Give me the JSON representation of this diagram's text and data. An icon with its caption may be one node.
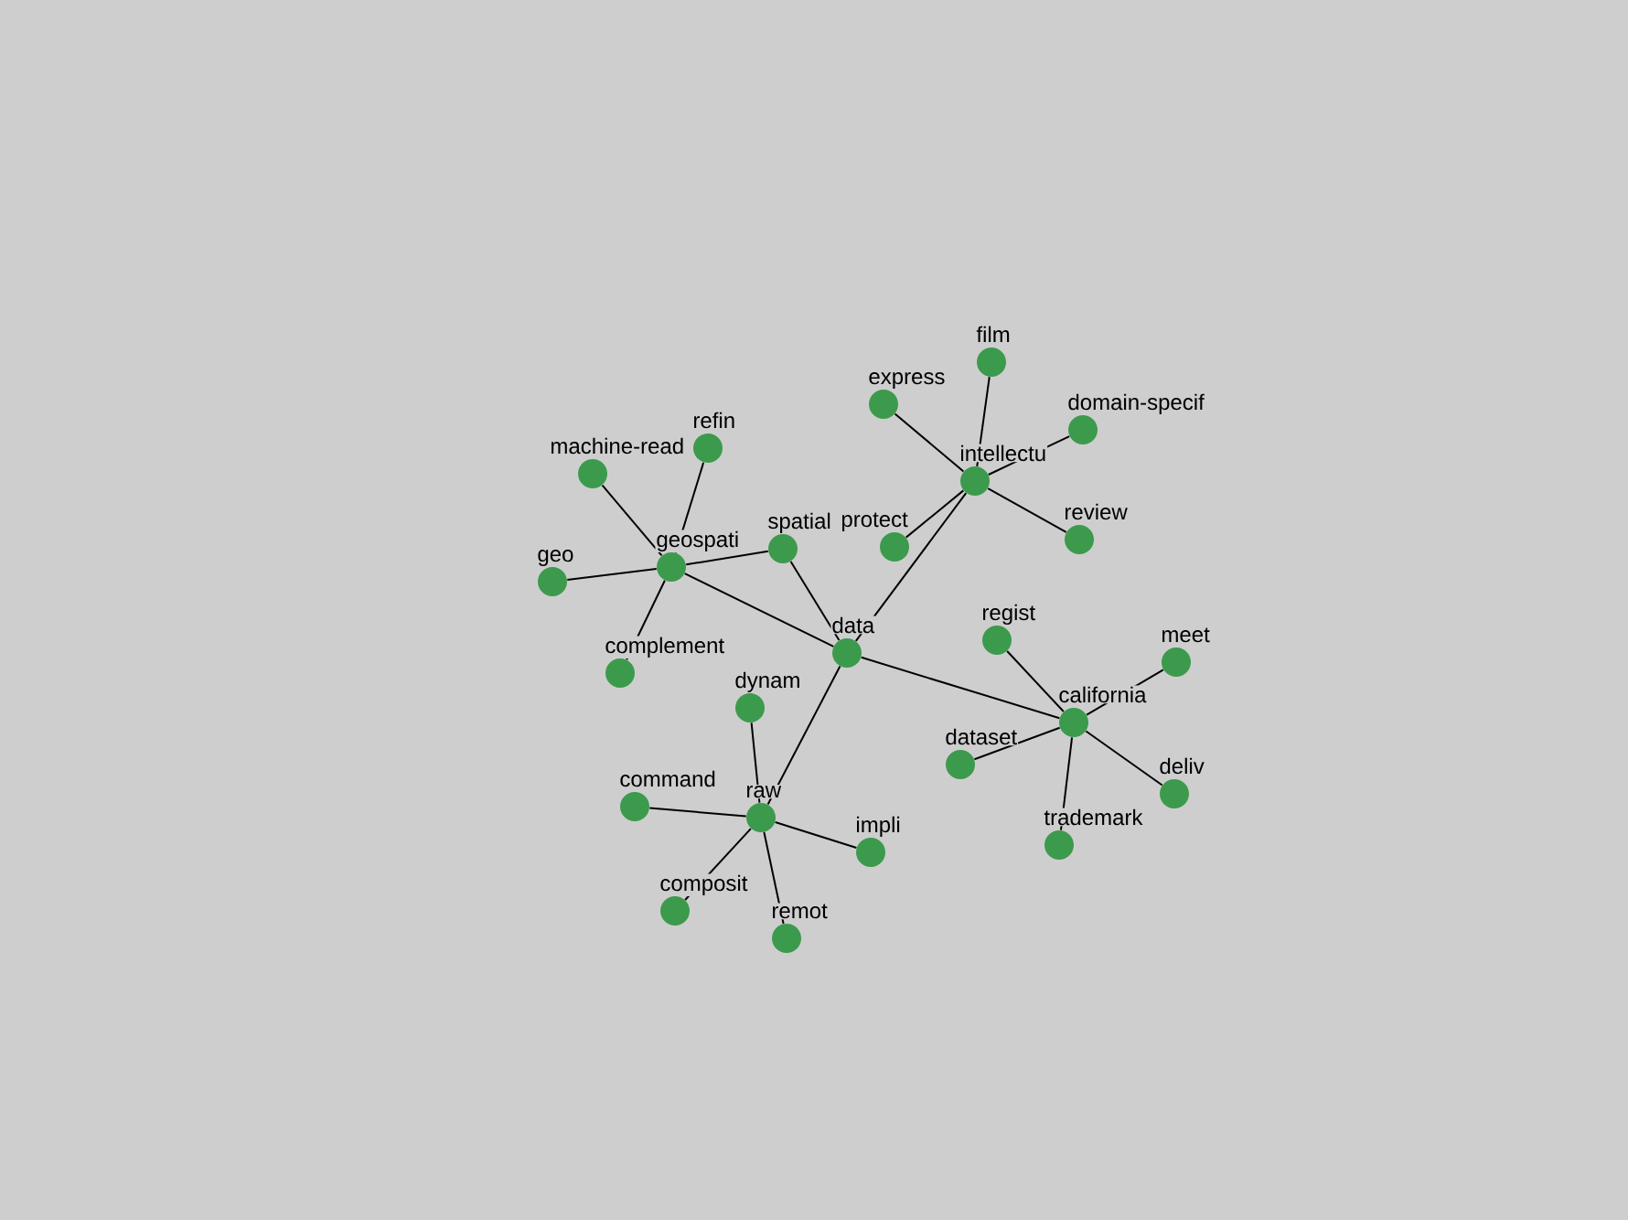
{
  "diagram": {
    "nodes": [
      {
        "text": [
          "film"
        ]
      },
      {
        "text": [
          "express"
        ]
      },
      {
        "text": [
          "domain-specif"
        ]
      },
      {
        "text": [
          "refin"
        ]
      },
      {
        "text": [
          "machine-read"
        ]
      },
      {
        "text": [
          "intellectu"
        ]
      },
      {
        "text": [
          "review"
        ]
      },
      {
        "text": [
          "protect"
        ]
      },
      {
        "text": [
          "spatial"
        ]
      },
      {
        "text": [
          "geospati"
        ]
      },
      {
        "text": [
          "geo"
        ]
      },
      {
        "text": [
          "regist"
        ]
      },
      {
        "text": [
          "data"
        ]
      },
      {
        "text": [
          "meet"
        ]
      },
      {
        "text": [
          "complement"
        ]
      },
      {
        "text": [
          "dynam"
        ]
      },
      {
        "text": [
          "california"
        ]
      },
      {
        "text": [
          "dataset"
        ]
      },
      {
        "text": [
          "deliv"
        ]
      },
      {
        "text": [
          "command"
        ]
      },
      {
        "text": [
          "raw"
        ]
      },
      {
        "text": [
          "trademark"
        ]
      },
      {
        "text": [
          "impli"
        ]
      },
      {
        "text": [
          "composit"
        ]
      },
      {
        "text": [
          "remot"
        ]
      }
    ],
    "edges": [
      {
        "from": 12,
        "to": 9,
        "arrow": "none"
      },
      {
        "from": 12,
        "to": 8,
        "arrow": "none"
      },
      {
        "from": 12,
        "to": 5,
        "arrow": "none"
      },
      {
        "from": 12,
        "to": 16,
        "arrow": "none"
      },
      {
        "from": 12,
        "to": 20,
        "arrow": "none"
      },
      {
        "from": 9,
        "to": 4,
        "arrow": "none"
      },
      {
        "from": 9,
        "to": 3,
        "arrow": "none"
      },
      {
        "from": 9,
        "to": 10,
        "arrow": "none"
      },
      {
        "from": 9,
        "to": 14,
        "arrow": "none"
      },
      {
        "from": 9,
        "to": 8,
        "arrow": "none"
      },
      {
        "from": 5,
        "to": 1,
        "arrow": "none"
      },
      {
        "from": 5,
        "to": 0,
        "arrow": "none"
      },
      {
        "from": 5,
        "to": 2,
        "arrow": "none"
      },
      {
        "from": 5,
        "to": 7,
        "arrow": "none"
      },
      {
        "from": 5,
        "to": 6,
        "arrow": "none"
      },
      {
        "from": 16,
        "to": 11,
        "arrow": "none"
      },
      {
        "from": 16,
        "to": 13,
        "arrow": "none"
      },
      {
        "from": 16,
        "to": 17,
        "arrow": "none"
      },
      {
        "from": 16,
        "to": 18,
        "arrow": "none"
      },
      {
        "from": 16,
        "to": 21,
        "arrow": "none"
      },
      {
        "from": 20,
        "to": 15,
        "arrow": "none"
      },
      {
        "from": 20,
        "to": 19,
        "arrow": "none"
      },
      {
        "from": 20,
        "to": 22,
        "arrow": "none"
      },
      {
        "from": 20,
        "to": 23,
        "arrow": "none"
      },
      {
        "from": 20,
        "to": 24,
        "arrow": "none"
      }
    ]
  }
}
